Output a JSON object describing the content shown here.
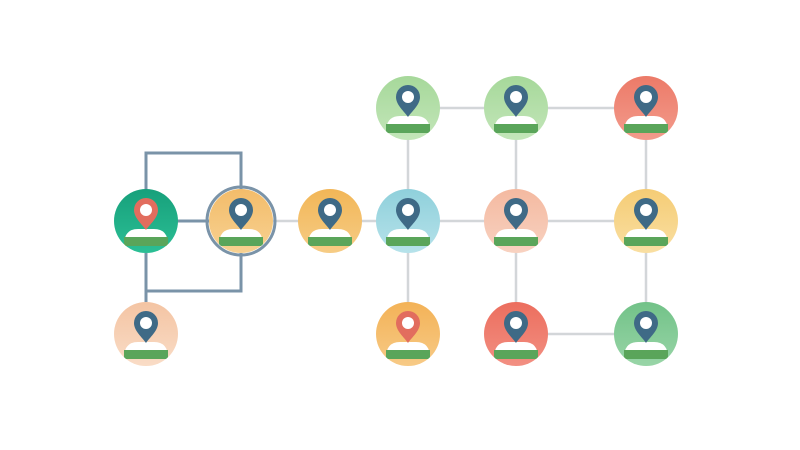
{
  "colors": {
    "background": "#ffffff",
    "connector_light": "#d3d6d9",
    "connector_dark": "#7a93a8",
    "pin": "#3f6a86",
    "pin_dot": "#ffffff",
    "body": "#ffffff",
    "base_band": "#5aa55a"
  },
  "nodes": [
    {
      "id": "teal-root",
      "fill": "#17a07b",
      "fill_light": "#2bbf95",
      "pin": "#e26d5e",
      "ring": false,
      "body": true
    },
    {
      "id": "orange-hub",
      "fill": "#f3bc6a",
      "fill_light": "#f7d191",
      "pin": "#3f6a86",
      "ring": true,
      "body": true
    },
    {
      "id": "peach-child",
      "fill": "#f4c4a3",
      "fill_light": "#f9dcc6",
      "pin": "#3f6a86",
      "ring": false,
      "body": true
    },
    {
      "id": "orange-link",
      "fill": "#f2b657",
      "fill_light": "#f6cc85",
      "pin": "#3f6a86",
      "ring": false,
      "body": true
    },
    {
      "id": "blue-center",
      "fill": "#8fd0db",
      "fill_light": "#b6e2ea",
      "pin": "#3f6a86",
      "ring": false,
      "body": true
    },
    {
      "id": "green-top-1",
      "fill": "#a6d89a",
      "fill_light": "#c3e6b9",
      "pin": "#3f6a86",
      "ring": false,
      "body": true
    },
    {
      "id": "green-top-2",
      "fill": "#a6d89a",
      "fill_light": "#c3e6b9",
      "pin": "#3f6a86",
      "ring": false,
      "body": true
    },
    {
      "id": "red-top",
      "fill": "#ec7a68",
      "fill_light": "#f39b8c",
      "pin": "#3f6a86",
      "ring": false,
      "body": true
    },
    {
      "id": "peach-mid",
      "fill": "#f4b9a0",
      "fill_light": "#f8d2c1",
      "pin": "#3f6a86",
      "ring": false,
      "body": true
    },
    {
      "id": "yellow-mid",
      "fill": "#f5cc75",
      "fill_light": "#f9dfa2",
      "pin": "#3f6a86",
      "ring": false,
      "body": true
    },
    {
      "id": "orange-bottom",
      "fill": "#f3b257",
      "fill_light": "#f7ca86",
      "pin": "#e26d5e",
      "ring": false,
      "body": true
    },
    {
      "id": "red-bottom",
      "fill": "#ec6e5e",
      "fill_light": "#f28f82",
      "pin": "#3f6a86",
      "ring": false,
      "body": true
    },
    {
      "id": "green-bottom",
      "fill": "#72c288",
      "fill_light": "#98d5a7",
      "pin": "#3f6a86",
      "ring": false,
      "body": true
    }
  ],
  "edges": [
    {
      "from": "teal-root",
      "to": "orange-hub",
      "style": "dark"
    },
    {
      "from": "orange-hub",
      "to": "orange-link",
      "style": "light"
    },
    {
      "from": "orange-link",
      "to": "blue-center",
      "style": "light"
    },
    {
      "from": "blue-center",
      "to": "green-top-1",
      "style": "light"
    },
    {
      "from": "blue-center",
      "to": "orange-bottom",
      "style": "light"
    },
    {
      "from": "blue-center",
      "to": "peach-mid",
      "style": "light"
    },
    {
      "from": "green-top-1",
      "to": "green-top-2",
      "style": "light"
    },
    {
      "from": "green-top-2",
      "to": "red-top",
      "style": "light"
    },
    {
      "from": "green-top-2",
      "to": "peach-mid",
      "style": "light"
    },
    {
      "from": "red-top",
      "to": "yellow-mid",
      "style": "light"
    },
    {
      "from": "peach-mid",
      "to": "yellow-mid",
      "style": "light"
    },
    {
      "from": "peach-mid",
      "to": "red-bottom",
      "style": "light"
    },
    {
      "from": "yellow-mid",
      "to": "green-bottom",
      "style": "light"
    },
    {
      "from": "red-bottom",
      "to": "green-bottom",
      "style": "light"
    }
  ]
}
